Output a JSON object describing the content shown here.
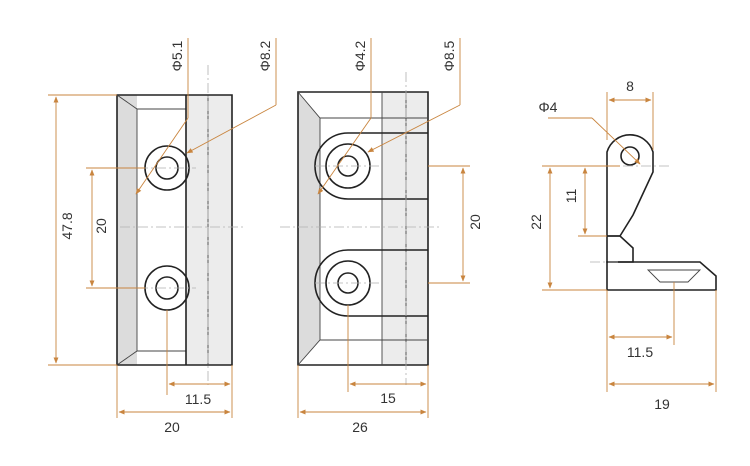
{
  "labels": {
    "left": {
      "d1": "Φ5.1",
      "d2": "Φ8.2",
      "height": "47.8",
      "spacing": "20",
      "offset": "11.5",
      "width": "20"
    },
    "middle": {
      "d1": "Φ4.2",
      "d2": "Φ8.5",
      "spacing": "20",
      "offset": "15",
      "width": "26"
    },
    "side": {
      "top": "8",
      "hole": "Φ4",
      "h1": "11",
      "h2": "22",
      "offset": "11.5",
      "width": "19"
    }
  },
  "colors": {
    "dimension": "#c9853f",
    "outline": "#222222",
    "shade": "#ececec"
  }
}
